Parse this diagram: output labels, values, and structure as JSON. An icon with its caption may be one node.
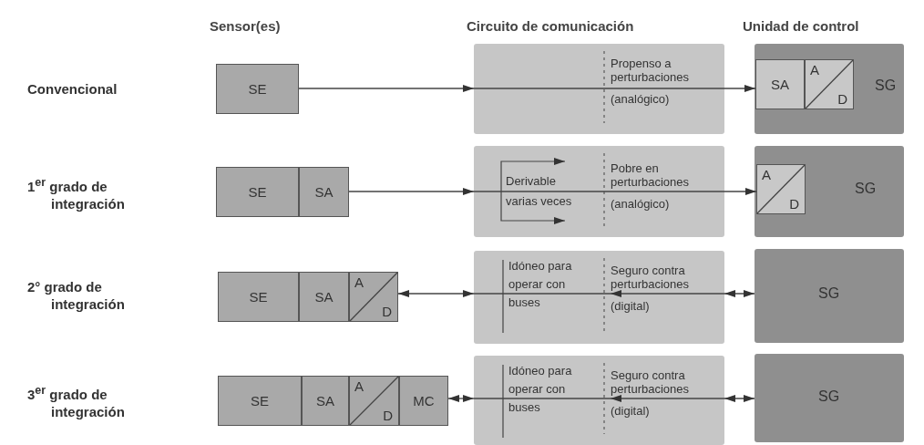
{
  "diagram": {
    "nodes": [
      {
        "text": [
          "SE"
        ]
      },
      {
        "text": [
          "Propenso a perturbaciones",
          "(analógico)"
        ]
      },
      {
        "text": [
          "SG"
        ]
      },
      {
        "text": [
          "SA"
        ],
        "in": 2
      },
      {
        "text": [
          "A",
          "D"
        ],
        "in": 2
      },
      {
        "text": [
          "SE"
        ]
      },
      {
        "text": [
          "SA"
        ]
      },
      {
        "text": [
          "Derivable varias veces",
          "Pobre en perturbaciones",
          "(analógico)"
        ]
      },
      {
        "text": [
          "SG"
        ]
      },
      {
        "text": [
          "A",
          "D"
        ],
        "in": 8
      },
      {
        "text": [
          "SE"
        ]
      },
      {
        "text": [
          "SA"
        ]
      },
      {
        "text": [
          "A",
          "D"
        ]
      },
      {
        "text": [
          "Idóneo para operar con buses",
          "Seguro contra perturbaciones",
          "(digital)"
        ]
      },
      {
        "text": [
          "SG"
        ]
      },
      {
        "text": [
          "SE"
        ]
      },
      {
        "text": [
          "SA"
        ]
      },
      {
        "text": [
          "A",
          "D"
        ]
      },
      {
        "text": [
          "MC"
        ]
      },
      {
        "text": [
          "Idóneo para operar con buses",
          "Seguro contra perturbaciones",
          "(digital)"
        ]
      },
      {
        "text": [
          "SG"
        ]
      }
    ],
    "edges": [
      {
        "from": 0,
        "to": 1,
        "arrow": "to"
      },
      {
        "from": 1,
        "to": 3,
        "arrow": "to"
      },
      {
        "from": 6,
        "to": 7,
        "arrow": "to"
      },
      {
        "from": 7,
        "to": 9,
        "arrow": "to"
      },
      {
        "from": 12,
        "to": 13,
        "arrow": "both"
      },
      {
        "from": 13,
        "to": 14,
        "arrow": "both"
      },
      {
        "from": 18,
        "to": 19,
        "arrow": "both"
      },
      {
        "from": 19,
        "to": 20,
        "arrow": "both"
      }
    ],
    "labels": [
      "Sensor(es)",
      "Circuito de comunicación",
      "Unidad de control",
      "Convencional",
      "1$^{er}$ grado de integración",
      "2° grado de integración",
      "3$^{er}$ grado de integración"
    ]
  }
}
